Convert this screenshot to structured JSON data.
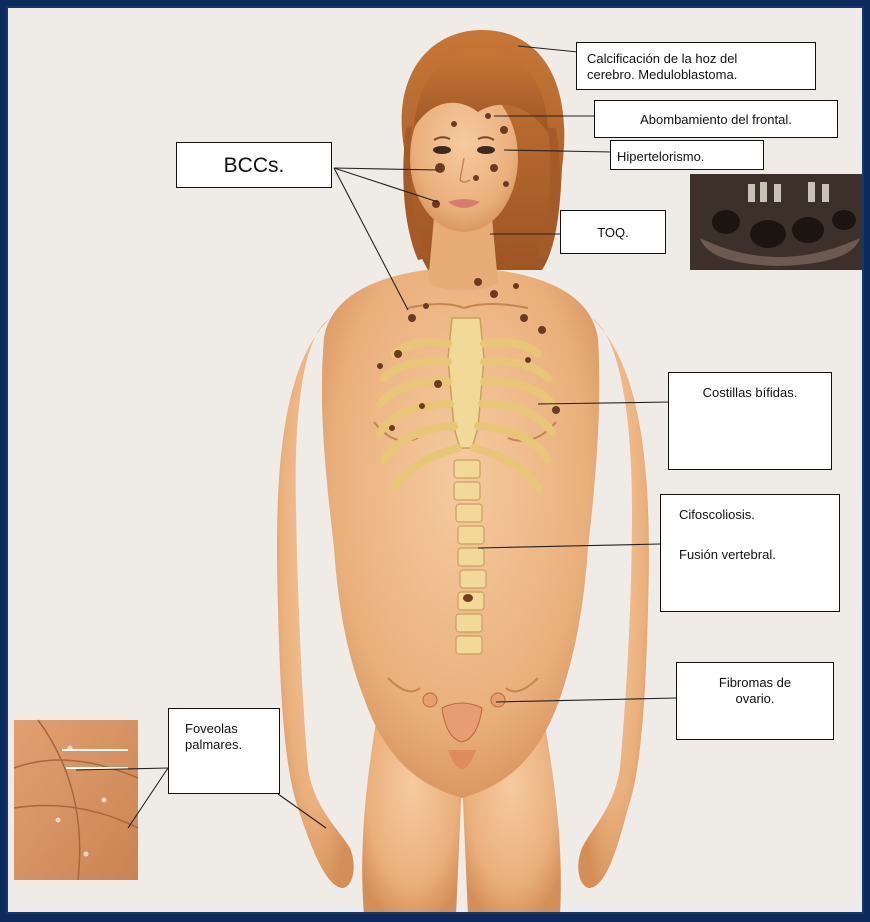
{
  "diagram": {
    "callouts": [
      {
        "id": "hoz",
        "lines": [
          "Calcificación de la hoz del",
          "cerebro. Meduloblastoma."
        ]
      },
      {
        "id": "frontal",
        "lines": [
          "Abombamiento del frontal."
        ]
      },
      {
        "id": "hipertelorismo",
        "lines": [
          "Hipertelorismo."
        ]
      },
      {
        "id": "bccs",
        "lines": [
          "BCCs."
        ]
      },
      {
        "id": "toq",
        "lines": [
          "TOQ."
        ]
      },
      {
        "id": "costillas",
        "lines": [
          "Costillas bífidas."
        ]
      },
      {
        "id": "cifoscoliosis",
        "lines": [
          "Cifoscoliosis.",
          "Fusión vertebral."
        ]
      },
      {
        "id": "fibromas",
        "lines": [
          "Fibromas de",
          "ovario."
        ]
      },
      {
        "id": "foveolas",
        "lines": [
          "Foveolas",
          "palmares."
        ]
      }
    ]
  },
  "colors": {
    "frame": "#0d2a5c",
    "paper": "#efece8",
    "skin": "#f0bd8a",
    "skin_shadow": "#d99560",
    "bone": "#f1d99a",
    "hair": "#b3642c",
    "lesion": "#6b3a20"
  }
}
